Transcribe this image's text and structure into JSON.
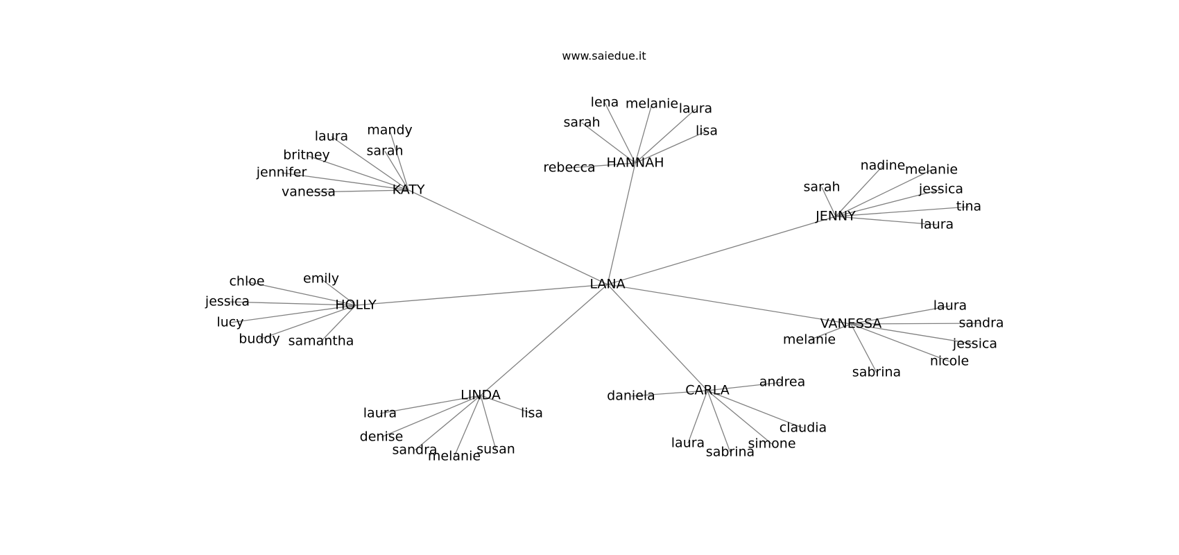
{
  "site": {
    "title": "www.saiedue.it"
  },
  "graph": {
    "center": "LANA",
    "groups": [
      {
        "name": "HANNAH",
        "leaves": [
          "lena",
          "melanie",
          "laura",
          "sarah",
          "lisa",
          "rebecca"
        ]
      },
      {
        "name": "KATY",
        "leaves": [
          "mandy",
          "laura",
          "sarah",
          "britney",
          "jennifer",
          "vanessa"
        ]
      },
      {
        "name": "JENNY",
        "leaves": [
          "nadine",
          "melanie",
          "sarah",
          "jessica",
          "tina",
          "laura"
        ]
      },
      {
        "name": "HOLLY",
        "leaves": [
          "chloe",
          "emily",
          "jessica",
          "lucy",
          "buddy",
          "samantha"
        ]
      },
      {
        "name": "VANESSA",
        "leaves": [
          "laura",
          "sandra",
          "melanie",
          "jessica",
          "nicole",
          "sabrina"
        ]
      },
      {
        "name": "LINDA",
        "leaves": [
          "laura",
          "lisa",
          "denise",
          "sandra",
          "melanie",
          "susan"
        ]
      },
      {
        "name": "CARLA",
        "leaves": [
          "andrea",
          "daniela",
          "claudia",
          "simone",
          "laura",
          "sabrina"
        ]
      }
    ]
  }
}
